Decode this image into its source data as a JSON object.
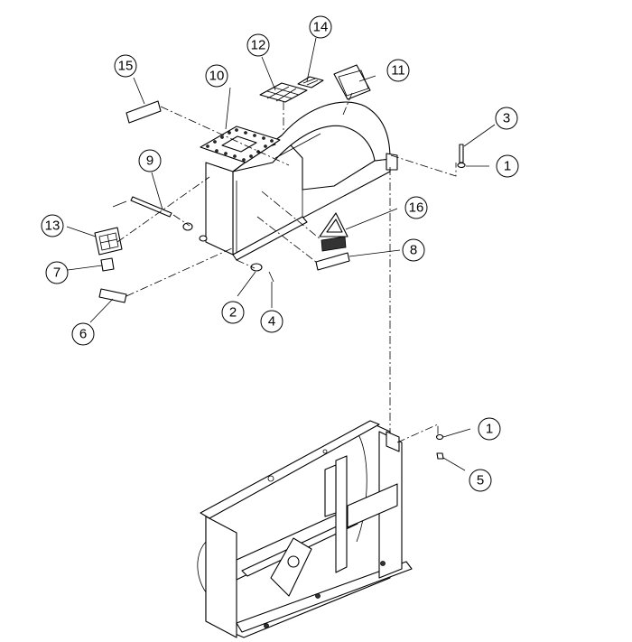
{
  "callouts": [
    {
      "id": "c1a",
      "label": "1"
    },
    {
      "id": "c1b",
      "label": "1"
    },
    {
      "id": "c2",
      "label": "2"
    },
    {
      "id": "c3",
      "label": "3"
    },
    {
      "id": "c4",
      "label": "4"
    },
    {
      "id": "c5",
      "label": "5"
    },
    {
      "id": "c6",
      "label": "6"
    },
    {
      "id": "c7",
      "label": "7"
    },
    {
      "id": "c8",
      "label": "8"
    },
    {
      "id": "c9",
      "label": "9"
    },
    {
      "id": "c10",
      "label": "10"
    },
    {
      "id": "c11",
      "label": "11"
    },
    {
      "id": "c12",
      "label": "12"
    },
    {
      "id": "c13",
      "label": "13"
    },
    {
      "id": "c14",
      "label": "14"
    },
    {
      "id": "c15",
      "label": "15"
    },
    {
      "id": "c16",
      "label": "16"
    }
  ]
}
